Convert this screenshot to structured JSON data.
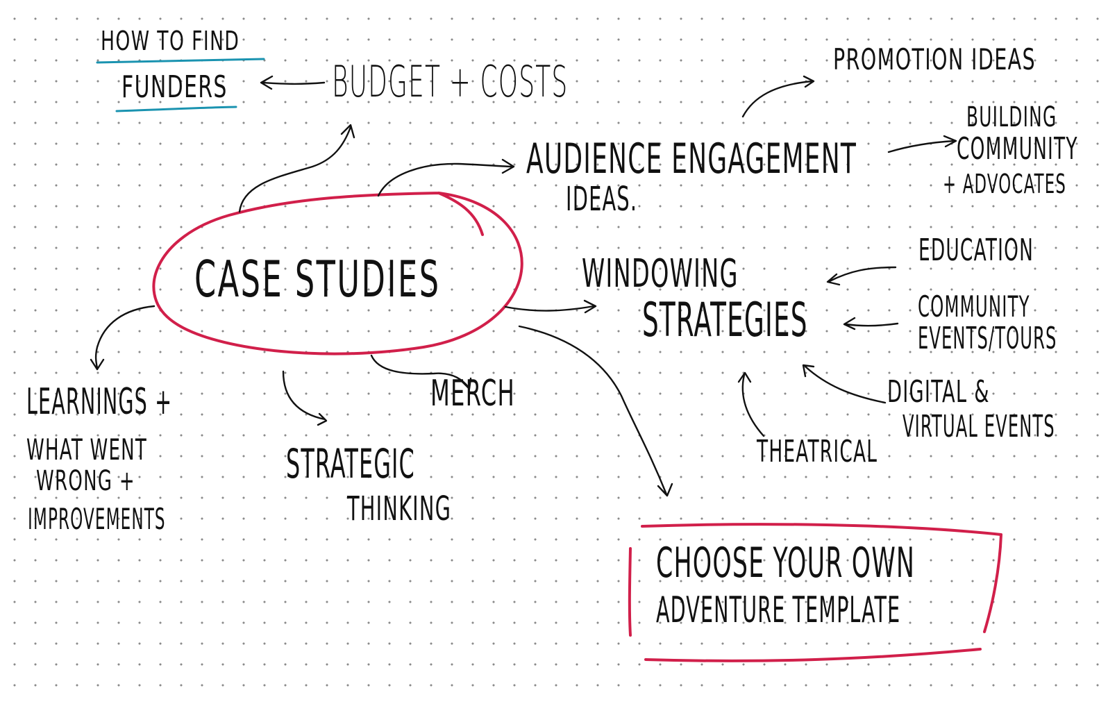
{
  "colors": {
    "ink": "#111111",
    "accent_red": "#d11f4a",
    "underline_teal": "#1a93b0",
    "dots": "#8a8a8a"
  },
  "nodes": {
    "central": "CASE STUDIES",
    "how_to_find": "HOW TO FIND",
    "funders": "FUNDERS",
    "budget": "BUDGET + COSTS",
    "audience_line1": "AUDIENCE ENGAGEMENT",
    "audience_line2": "IDEAS.",
    "promotion": "PROMOTION IDEAS",
    "building_line1": "BUILDING",
    "building_line2": "COMMUNITY",
    "building_line3": "+ ADVOCATES",
    "windowing_line1": "WINDOWING",
    "windowing_line2": "STRATEGIES",
    "education": "EDUCATION",
    "community_events_line1": "COMMUNITY",
    "community_events_line2": "EVENTS/TOURS",
    "digital_line1": "DIGITAL &",
    "digital_line2": "VIRTUAL EVENTS",
    "theatrical": "THEATRICAL",
    "learnings_line1": "LEARNINGS +",
    "learnings_line2": "WHAT WENT",
    "learnings_line3": "WRONG +",
    "learnings_line4": "IMPROVEMENTS",
    "strategic_line1": "STRATEGIC",
    "strategic_line2": "THINKING",
    "merch": "MERCH",
    "template_line1": "CHOOSE YOUR OWN",
    "template_line2": "ADVENTURE TEMPLATE"
  }
}
